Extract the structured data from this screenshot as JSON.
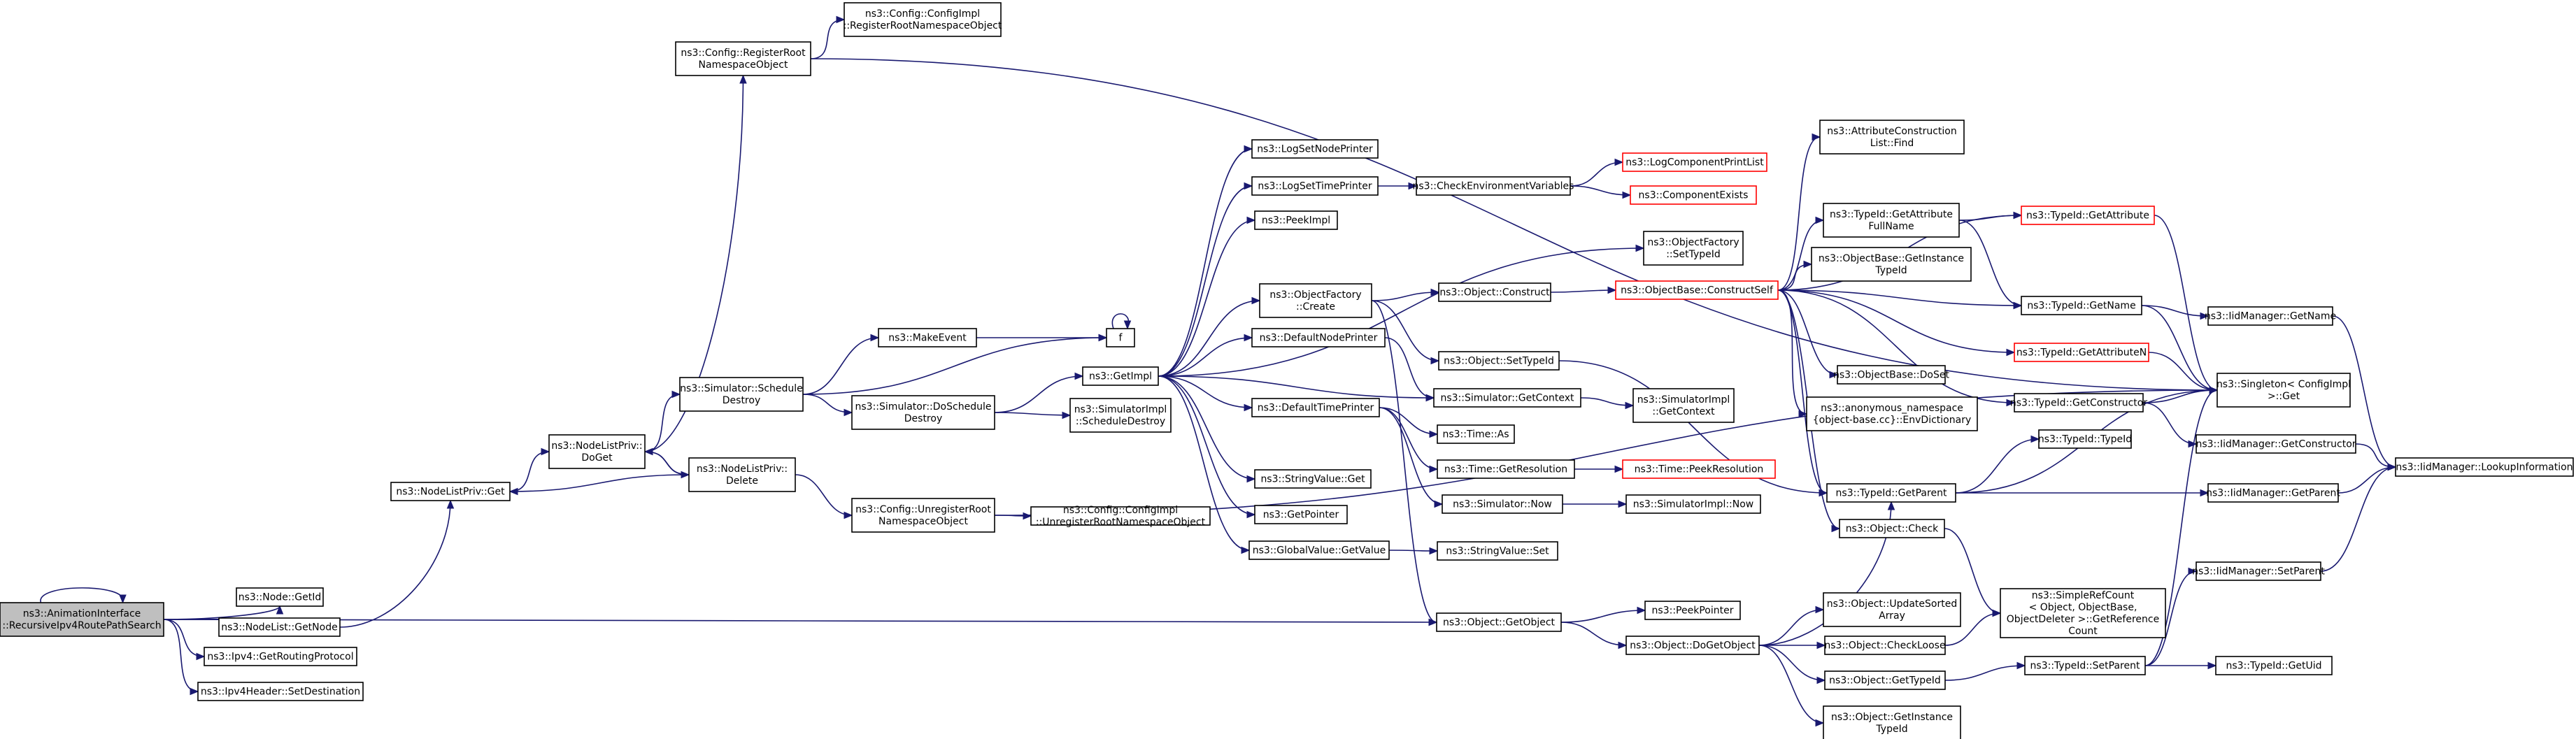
{
  "nodes": [
    {
      "id": "root",
      "lines": [
        "ns3::AnimationInterface",
        "::RecursiveIpv4RoutePathSearch"
      ],
      "root": true
    },
    {
      "id": "nodegetid",
      "lines": [
        "ns3::Node::GetId"
      ]
    },
    {
      "id": "nodelistgetnode",
      "lines": [
        "ns3::NodeList::GetNode"
      ]
    },
    {
      "id": "ipv4getrouting",
      "lines": [
        "ns3::Ipv4::GetRoutingProtocol"
      ]
    },
    {
      "id": "ipv4headersetdest",
      "lines": [
        "ns3::Ipv4Header::SetDestination"
      ]
    },
    {
      "id": "nlpget",
      "lines": [
        "ns3::NodeListPriv::Get"
      ]
    },
    {
      "id": "nlpdoget",
      "lines": [
        "ns3::NodeListPriv::",
        "DoGet"
      ]
    },
    {
      "id": "nlpdelete",
      "lines": [
        "ns3::NodeListPriv::",
        "Delete"
      ]
    },
    {
      "id": "cfgregroot",
      "lines": [
        "ns3::Config::RegisterRoot",
        "NamespaceObject"
      ]
    },
    {
      "id": "cfgimplreg",
      "lines": [
        "ns3::Config::ConfigImpl",
        "::RegisterRootNamespaceObject"
      ]
    },
    {
      "id": "simschedestroy",
      "lines": [
        "ns3::Simulator::Schedule",
        "Destroy"
      ]
    },
    {
      "id": "makeevent",
      "lines": [
        "ns3::MakeEvent"
      ]
    },
    {
      "id": "simdoschedestroy",
      "lines": [
        "ns3::Simulator::DoSchedule",
        "Destroy"
      ]
    },
    {
      "id": "cfgunreg",
      "lines": [
        "ns3::Config::UnregisterRoot",
        "NamespaceObject"
      ]
    },
    {
      "id": "cfgimplunreg",
      "lines": [
        "ns3::Config::ConfigImpl",
        "::UnregisterRootNamespaceObject"
      ]
    },
    {
      "id": "f",
      "lines": [
        "f"
      ]
    },
    {
      "id": "getimpl",
      "lines": [
        "ns3::GetImpl"
      ]
    },
    {
      "id": "simimplschedestroy",
      "lines": [
        "ns3::SimulatorImpl",
        "::ScheduleDestroy"
      ]
    },
    {
      "id": "logsetnodeprinter",
      "lines": [
        "ns3::LogSetNodePrinter"
      ]
    },
    {
      "id": "logsettimeprinter",
      "lines": [
        "ns3::LogSetTimePrinter"
      ]
    },
    {
      "id": "peekimpl",
      "lines": [
        "ns3::PeekImpl"
      ]
    },
    {
      "id": "objfactcreate",
      "lines": [
        "ns3::ObjectFactory",
        "::Create"
      ]
    },
    {
      "id": "defnodeprinter",
      "lines": [
        "ns3::DefaultNodePrinter"
      ]
    },
    {
      "id": "deftimeprinter",
      "lines": [
        "ns3::DefaultTimePrinter"
      ]
    },
    {
      "id": "stringvalueget",
      "lines": [
        "ns3::StringValue::Get"
      ]
    },
    {
      "id": "getpointer",
      "lines": [
        "ns3::GetPointer"
      ]
    },
    {
      "id": "globalvalueget",
      "lines": [
        "ns3::GlobalValue::GetValue"
      ]
    },
    {
      "id": "checkenv",
      "lines": [
        "ns3::CheckEnvironmentVariables"
      ]
    },
    {
      "id": "objfactsettypeid",
      "lines": [
        "ns3::ObjectFactory",
        "::SetTypeId"
      ]
    },
    {
      "id": "objconstruct",
      "lines": [
        "ns3::Object::Construct"
      ]
    },
    {
      "id": "objsettypeid",
      "lines": [
        "ns3::Object::SetTypeId"
      ]
    },
    {
      "id": "simgetcontext",
      "lines": [
        "ns3::Simulator::GetContext"
      ]
    },
    {
      "id": "timeas",
      "lines": [
        "ns3::Time::As"
      ]
    },
    {
      "id": "timegetres",
      "lines": [
        "ns3::Time::GetResolution"
      ]
    },
    {
      "id": "simnow",
      "lines": [
        "ns3::Simulator::Now"
      ]
    },
    {
      "id": "stringvalueset",
      "lines": [
        "ns3::StringValue::Set"
      ]
    },
    {
      "id": "objgetobject",
      "lines": [
        "ns3::Object::GetObject"
      ]
    },
    {
      "id": "logcompprintlist",
      "lines": [
        "ns3::LogComponentPrintList"
      ],
      "red": true
    },
    {
      "id": "compexists",
      "lines": [
        "ns3::ComponentExists"
      ],
      "red": true
    },
    {
      "id": "objbaseconstructself",
      "lines": [
        "ns3::ObjectBase::ConstructSelf"
      ],
      "red": true
    },
    {
      "id": "simimplgetcontext",
      "lines": [
        "ns3::SimulatorImpl",
        "::GetContext"
      ]
    },
    {
      "id": "timepeekres",
      "lines": [
        "ns3::Time::PeekResolution"
      ],
      "red": true
    },
    {
      "id": "simimplnow",
      "lines": [
        "ns3::SimulatorImpl::Now"
      ]
    },
    {
      "id": "peekpointer",
      "lines": [
        "ns3::PeekPointer"
      ]
    },
    {
      "id": "objdogetobject",
      "lines": [
        "ns3::Object::DoGetObject"
      ]
    },
    {
      "id": "attrconstrfind",
      "lines": [
        "ns3::AttributeConstruction",
        "List::Find"
      ]
    },
    {
      "id": "typeidgetattrfullname",
      "lines": [
        "ns3::TypeId::GetAttribute",
        "FullName"
      ]
    },
    {
      "id": "objbasegetinstancetypeid",
      "lines": [
        "ns3::ObjectBase::GetInstance",
        "TypeId"
      ]
    },
    {
      "id": "objbasedoset",
      "lines": [
        "ns3::ObjectBase::DoSet"
      ]
    },
    {
      "id": "anonenvdict",
      "lines": [
        "ns3::anonymous_namespace",
        "{object-base.cc}::EnvDictionary"
      ]
    },
    {
      "id": "typeidgetconstructor",
      "lines": [
        "ns3::TypeId::GetConstructor"
      ]
    },
    {
      "id": "typeidtypeid",
      "lines": [
        "ns3::TypeId::TypeId"
      ]
    },
    {
      "id": "typeidgetparent",
      "lines": [
        "ns3::TypeId::GetParent"
      ]
    },
    {
      "id": "objcheck",
      "lines": [
        "ns3::Object::Check"
      ]
    },
    {
      "id": "objupdatesorted",
      "lines": [
        "ns3::Object::UpdateSorted",
        "Array"
      ]
    },
    {
      "id": "objcheckloose",
      "lines": [
        "ns3::Object::CheckLoose"
      ]
    },
    {
      "id": "objgettypeid",
      "lines": [
        "ns3::Object::GetTypeId"
      ]
    },
    {
      "id": "objgetinstancetypeid",
      "lines": [
        "ns3::Object::GetInstance",
        "TypeId"
      ]
    },
    {
      "id": "typeidgetattribute",
      "lines": [
        "ns3::TypeId::GetAttribute"
      ],
      "red": true
    },
    {
      "id": "typeidgetname",
      "lines": [
        "ns3::TypeId::GetName"
      ]
    },
    {
      "id": "typeidgetattributen",
      "lines": [
        "ns3::TypeId::GetAttributeN"
      ],
      "red": true
    },
    {
      "id": "simplerefcount",
      "lines": [
        "ns3::SimpleRefCount",
        "< Object, ObjectBase,",
        "ObjectDeleter >::GetReference",
        "Count"
      ]
    },
    {
      "id": "typeidsetparent",
      "lines": [
        "ns3::TypeId::SetParent"
      ]
    },
    {
      "id": "iidmgetname",
      "lines": [
        "ns3::IidManager::GetName"
      ]
    },
    {
      "id": "singletonget",
      "lines": [
        "ns3::Singleton< ConfigImpl",
        " >::Get"
      ]
    },
    {
      "id": "iidmgetconstructor",
      "lines": [
        "ns3::IidManager::GetConstructor"
      ]
    },
    {
      "id": "iidmgetparent",
      "lines": [
        "ns3::IidManager::GetParent"
      ]
    },
    {
      "id": "iidmsetparent",
      "lines": [
        "ns3::IidManager::SetParent"
      ]
    },
    {
      "id": "typeidgetuid",
      "lines": [
        "ns3::TypeId::GetUid"
      ]
    },
    {
      "id": "iidmlookupinfo",
      "lines": [
        "ns3::IidManager::LookupInformation"
      ]
    }
  ],
  "edges": [
    [
      "root",
      "root"
    ],
    [
      "root",
      "nodegetid"
    ],
    [
      "root",
      "nodelistgetnode"
    ],
    [
      "root",
      "ipv4getrouting"
    ],
    [
      "root",
      "ipv4headersetdest"
    ],
    [
      "root",
      "objgetobject"
    ],
    [
      "nodelistgetnode",
      "nlpget"
    ],
    [
      "nlpget",
      "nlpdoget"
    ],
    [
      "nlpdoget",
      "cfgregroot"
    ],
    [
      "nlpdoget",
      "simschedestroy"
    ],
    [
      "nlpdoget",
      "nlpdelete"
    ],
    [
      "nlpdelete",
      "nlpdoget"
    ],
    [
      "nlpdelete",
      "nlpget"
    ],
    [
      "nlpdelete",
      "cfgunreg"
    ],
    [
      "cfgregroot",
      "cfgimplreg"
    ],
    [
      "cfgregroot",
      "singletonget"
    ],
    [
      "simschedestroy",
      "makeevent"
    ],
    [
      "simschedestroy",
      "f"
    ],
    [
      "simschedestroy",
      "simdoschedestroy"
    ],
    [
      "makeevent",
      "f"
    ],
    [
      "f",
      "f"
    ],
    [
      "simdoschedestroy",
      "getimpl"
    ],
    [
      "simdoschedestroy",
      "simimplschedestroy"
    ],
    [
      "cfgunreg",
      "cfgimplunreg"
    ],
    [
      "cfgunreg",
      "singletonget"
    ],
    [
      "getimpl",
      "logsetnodeprinter"
    ],
    [
      "getimpl",
      "logsettimeprinter"
    ],
    [
      "getimpl",
      "peekimpl"
    ],
    [
      "getimpl",
      "objfactsettypeid"
    ],
    [
      "getimpl",
      "objfactcreate"
    ],
    [
      "getimpl",
      "defnodeprinter"
    ],
    [
      "getimpl",
      "simgetcontext"
    ],
    [
      "getimpl",
      "deftimeprinter"
    ],
    [
      "getimpl",
      "stringvalueget"
    ],
    [
      "getimpl",
      "getpointer"
    ],
    [
      "getimpl",
      "globalvalueget"
    ],
    [
      "logsettimeprinter",
      "checkenv"
    ],
    [
      "checkenv",
      "logcompprintlist"
    ],
    [
      "checkenv",
      "compexists"
    ],
    [
      "objfactcreate",
      "objconstruct"
    ],
    [
      "objfactcreate",
      "objsettypeid"
    ],
    [
      "objfactcreate",
      "objgetobject"
    ],
    [
      "objconstruct",
      "objbaseconstructself"
    ],
    [
      "defnodeprinter",
      "simgetcontext"
    ],
    [
      "simgetcontext",
      "simimplgetcontext"
    ],
    [
      "deftimeprinter",
      "timeas"
    ],
    [
      "deftimeprinter",
      "timegetres"
    ],
    [
      "deftimeprinter",
      "simnow"
    ],
    [
      "timegetres",
      "timepeekres"
    ],
    [
      "simnow",
      "simimplnow"
    ],
    [
      "globalvalueget",
      "stringvalueset"
    ],
    [
      "objsettypeid",
      "typeidgetparent"
    ],
    [
      "objgetobject",
      "peekpointer"
    ],
    [
      "objgetobject",
      "objdogetobject"
    ],
    [
      "objbaseconstructself",
      "attrconstrfind"
    ],
    [
      "objbaseconstructself",
      "typeidgetattrfullname"
    ],
    [
      "objbaseconstructself",
      "typeidgetattribute"
    ],
    [
      "objbaseconstructself",
      "objbasegetinstancetypeid"
    ],
    [
      "objbaseconstructself",
      "typeidgetname"
    ],
    [
      "objbaseconstructself",
      "typeidgetattributen"
    ],
    [
      "objbaseconstructself",
      "objbasedoset"
    ],
    [
      "objbaseconstructself",
      "anonenvdict"
    ],
    [
      "objbaseconstructself",
      "typeidgetparent"
    ],
    [
      "objbaseconstructself",
      "typeidgetconstructor"
    ],
    [
      "objbaseconstructself",
      "objcheck"
    ],
    [
      "typeidgetattrfullname",
      "typeidgetattribute"
    ],
    [
      "typeidgetattrfullname",
      "typeidgetname"
    ],
    [
      "typeidgetattribute",
      "singletonget"
    ],
    [
      "typeidgetname",
      "iidmgetname"
    ],
    [
      "typeidgetname",
      "singletonget"
    ],
    [
      "typeidgetattributen",
      "singletonget"
    ],
    [
      "typeidgetconstructor",
      "iidmgetconstructor"
    ],
    [
      "typeidgetconstructor",
      "singletonget"
    ],
    [
      "typeidgetparent",
      "typeidtypeid"
    ],
    [
      "typeidgetparent",
      "iidmgetparent"
    ],
    [
      "typeidgetparent",
      "singletonget"
    ],
    [
      "objcheck",
      "simplerefcount"
    ],
    [
      "objdogetobject",
      "typeidgetparent"
    ],
    [
      "objdogetobject",
      "objupdatesorted"
    ],
    [
      "objdogetobject",
      "objcheckloose"
    ],
    [
      "objdogetobject",
      "objgettypeid"
    ],
    [
      "objdogetobject",
      "objgetinstancetypeid"
    ],
    [
      "objcheckloose",
      "simplerefcount"
    ],
    [
      "objgettypeid",
      "typeidsetparent"
    ],
    [
      "typeidsetparent",
      "iidmsetparent"
    ],
    [
      "typeidsetparent",
      "typeidgetuid"
    ],
    [
      "typeidsetparent",
      "singletonget"
    ],
    [
      "iidmgetname",
      "iidmlookupinfo"
    ],
    [
      "iidmgetconstructor",
      "iidmlookupinfo"
    ],
    [
      "iidmgetparent",
      "iidmlookupinfo"
    ],
    [
      "iidmsetparent",
      "iidmlookupinfo"
    ]
  ]
}
